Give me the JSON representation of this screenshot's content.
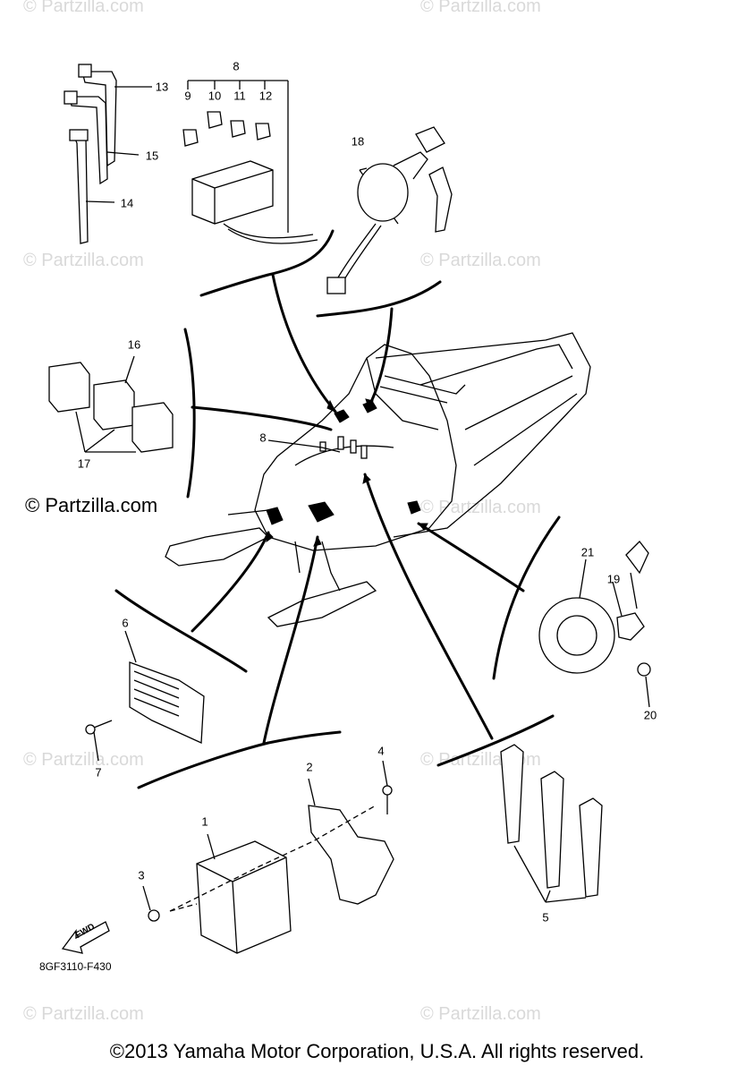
{
  "watermark": "© Partzilla.com",
  "watermark_large": "© Partzilla.com",
  "callouts": [
    "1",
    "2",
    "3",
    "4",
    "5",
    "6",
    "7",
    "8",
    "8",
    "9",
    "10",
    "11",
    "12",
    "13",
    "14",
    "15",
    "16",
    "17",
    "18",
    "19",
    "20",
    "21"
  ],
  "diagram_code": "8GF3110-F430",
  "fwd_label": "FWD",
  "copyright": "©2013 Yamaha Motor Corporation, U.S.A. All rights reserved."
}
